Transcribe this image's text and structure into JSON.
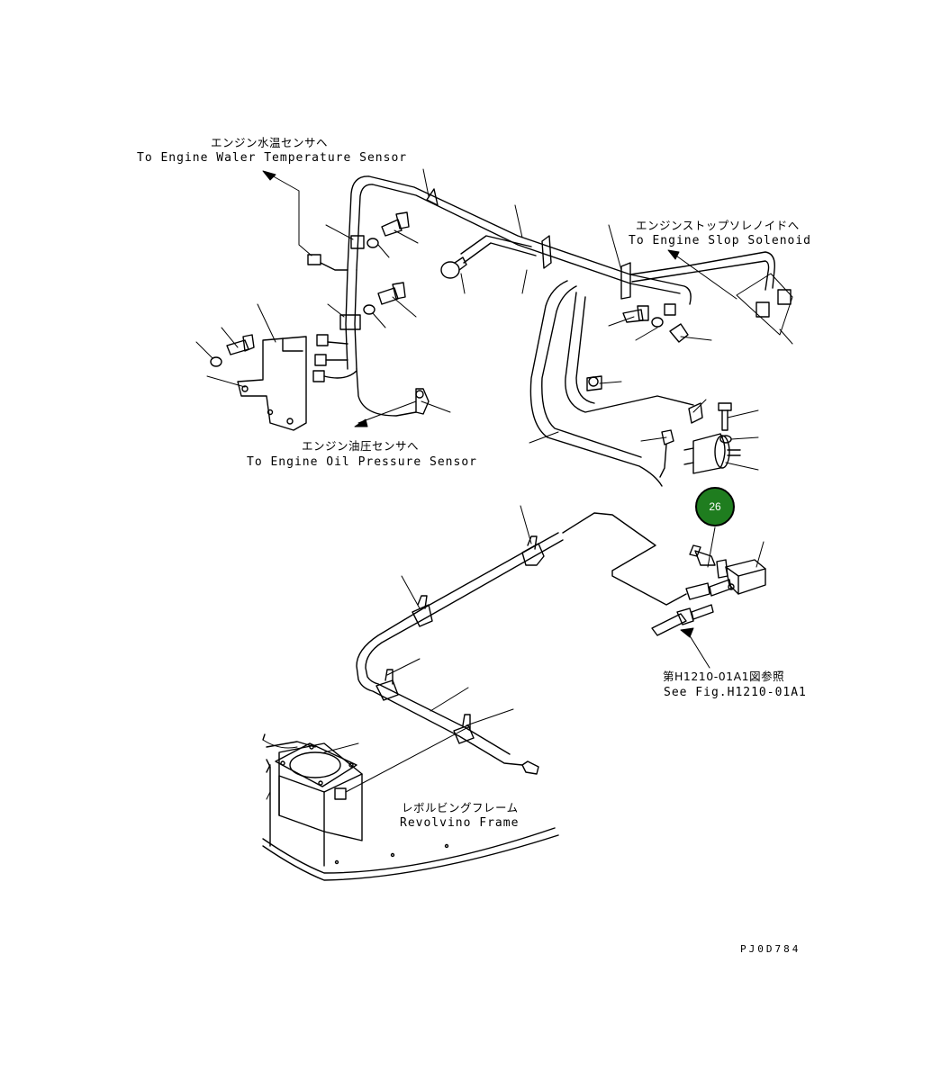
{
  "labels": {
    "water_temp_jp": "エンジン水温センサヘ",
    "water_temp_en": "To Engine Waler Temperature Sensor",
    "stop_solenoid_jp": "エンジンストップソレノイドへ",
    "stop_solenoid_en": "To Engine Slop Solenoid",
    "oil_pressure_jp": "エンジン油圧センサへ",
    "oil_pressure_en": "To Engine Oil Pressure Sensor",
    "see_fig_jp": "第H1210-01A1図参照",
    "see_fig_en": "See Fig.H1210-01A1",
    "frame_jp": "レボルビングフレーム",
    "frame_en": "Revolvino Frame"
  },
  "callout": {
    "number": "26",
    "color": "#1f7d1f"
  },
  "drawing_code": "PJ0D784"
}
